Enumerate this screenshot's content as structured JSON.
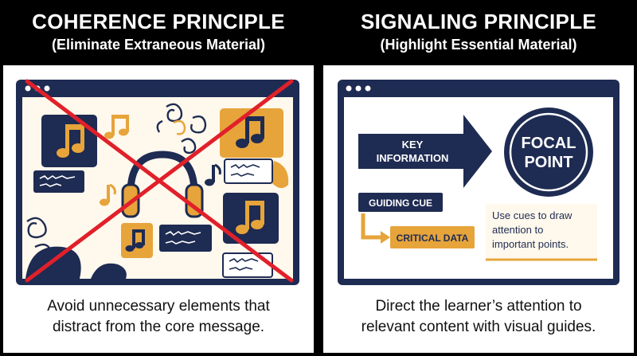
{
  "colors": {
    "navy": "#1e2b52",
    "gold": "#e6a43a",
    "cream": "#fff8ec",
    "red": "#e0202a",
    "background": "#000000"
  },
  "left": {
    "title": "COHERENCE PRINCIPLE",
    "subtitle": "(Eliminate Extraneous Material)",
    "caption_line1": "Avoid unnecessary elements that",
    "caption_line2": "distract from the core message.",
    "icons": [
      "music-note-icon",
      "headphones-icon",
      "swirl-icon",
      "scribble-card-icon"
    ]
  },
  "right": {
    "title": "SIGNALING PRINCIPLE",
    "subtitle": "(Highlight Essential Material)",
    "arrow_line1": "KEY",
    "arrow_line2": "INFORMATION",
    "focal_line1": "FOCAL",
    "focal_line2": "POINT",
    "guiding_cue": "GUIDING CUE",
    "critical_data": "CRITICAL DATA",
    "note_line1": "Use cues to draw",
    "note_line2": "attention to",
    "note_line3": "important points.",
    "caption_line1": "Direct the learner’s attention to",
    "caption_line2": "relevant content with visual guides."
  }
}
